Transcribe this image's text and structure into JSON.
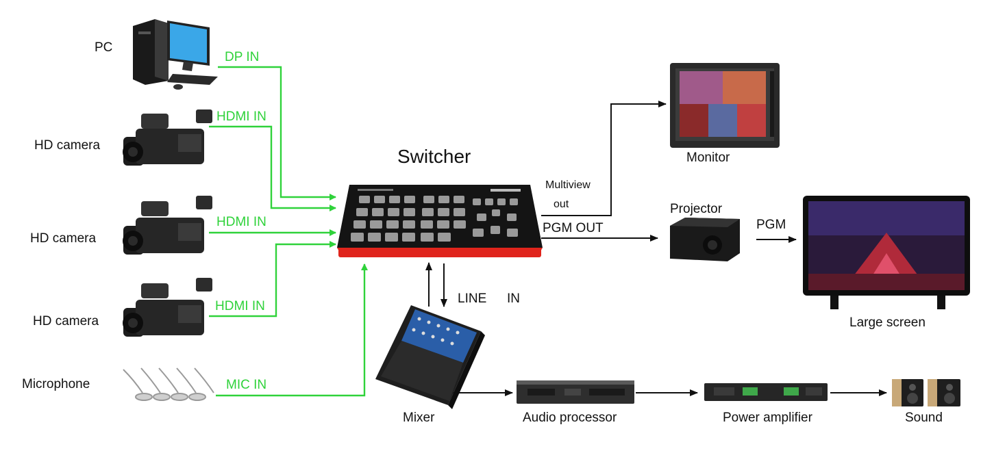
{
  "title": "Switcher",
  "colors": {
    "signal": "#2fd23a",
    "line": "#111111",
    "switcher_body": "#141414",
    "switcher_base": "#e0241c"
  },
  "sources": {
    "pc": "PC",
    "camera1": "HD camera",
    "camera2": "HD camera",
    "camera3": "HD camera",
    "microphone": "Microphone"
  },
  "inputs": {
    "dp": "DP IN",
    "hdmi1": "HDMI IN",
    "hdmi2": "HDMI IN",
    "hdmi3": "HDMI IN",
    "mic": "MIC IN",
    "line": "LINE",
    "line_in": "IN"
  },
  "outputs": {
    "multiview": "Multiview",
    "multiview_out": "out",
    "pgm_out": "PGM OUT",
    "pgm": "PGM"
  },
  "devices": {
    "monitor": "Monitor",
    "projector": "Projector",
    "large_screen": "Large screen",
    "mixer": "Mixer",
    "audio_processor": "Audio processor",
    "power_amplifier": "Power amplifier",
    "sound": "Sound"
  }
}
